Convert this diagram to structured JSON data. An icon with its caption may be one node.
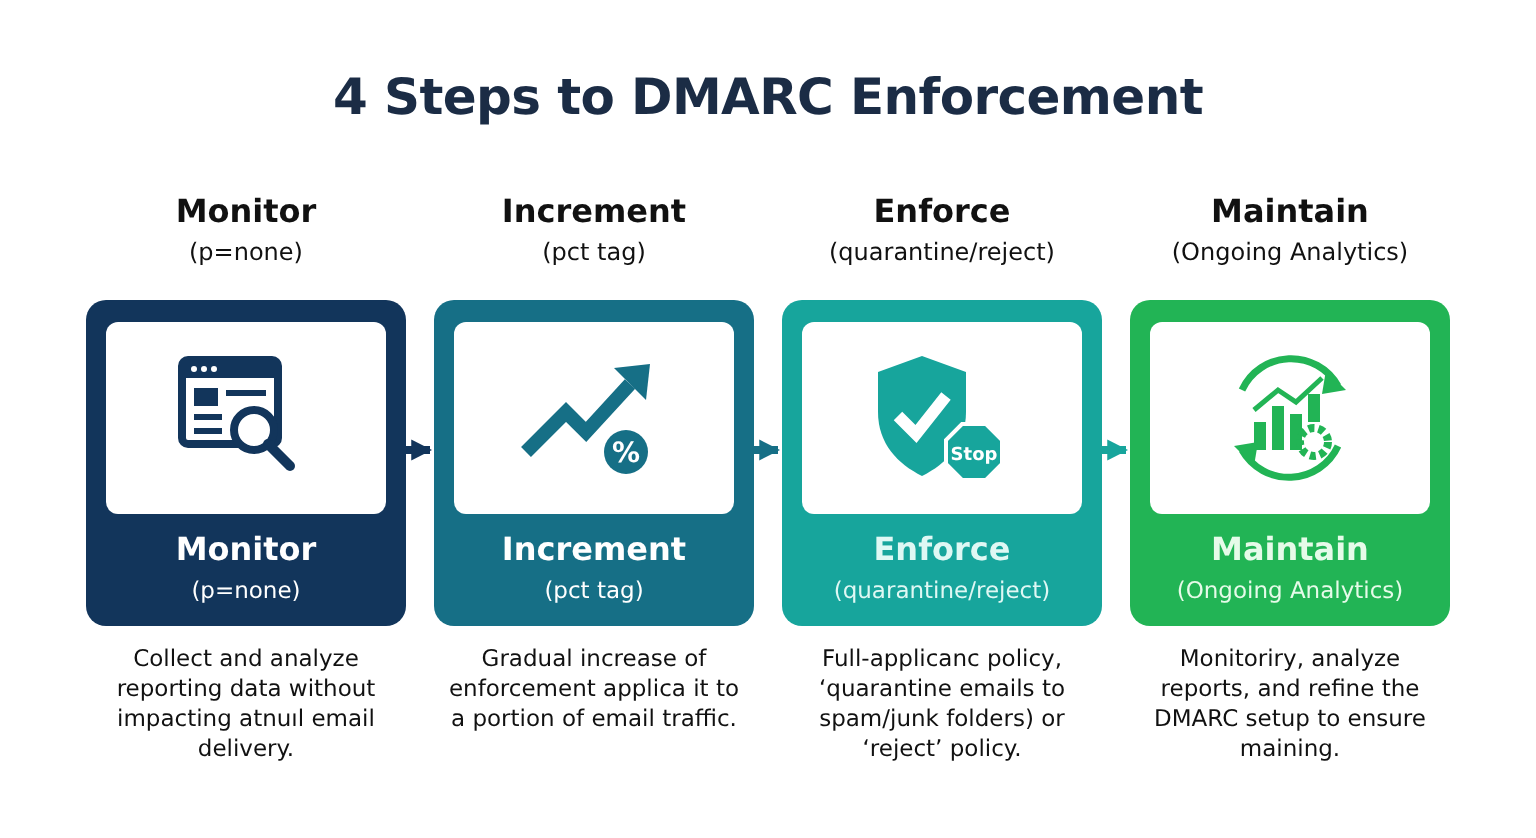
{
  "diagram": {
    "title": "4 Steps to DMARC Enforcement",
    "nodes": [
      {
        "text": [
          "Monitor",
          "(p=none)",
          "Monitor",
          "(p=none)"
        ],
        "beside": [
          "Collect and analyze reporting data without impacting atnuıl email delivery."
        ]
      },
      {
        "text": [
          "Increment",
          "(pct tag)",
          "Increment",
          "(pct tag)"
        ],
        "beside": [
          "Gradual increase of enforcement applica it to a portion of email traffic."
        ]
      },
      {
        "text": [
          "Enforce",
          "(quarantine/reject)",
          "Enforce",
          "(quarantine/reject)"
        ],
        "beside": [
          "Full-applicanc policy, ‘quarantine emails to spam/junk folders) or ‘reject’ policy."
        ]
      },
      {
        "text": [
          "Maintain",
          "(Ongoing Analytics)",
          "Maintain",
          "(Ongoing Analytics)"
        ],
        "beside": [
          "Monitoriry, analyze reports, and refine the DMARC setup to ensure maining."
        ]
      }
    ],
    "edges": [
      {
        "from": 0,
        "to": 1,
        "arrow": "to",
        "color": "#12355b"
      },
      {
        "from": 1,
        "to": 2,
        "arrow": "to",
        "color": "#166f86"
      },
      {
        "from": 2,
        "to": 3,
        "arrow": "to",
        "color": "#17a59c"
      }
    ],
    "labels": [
      "%",
      "Stop"
    ]
  }
}
